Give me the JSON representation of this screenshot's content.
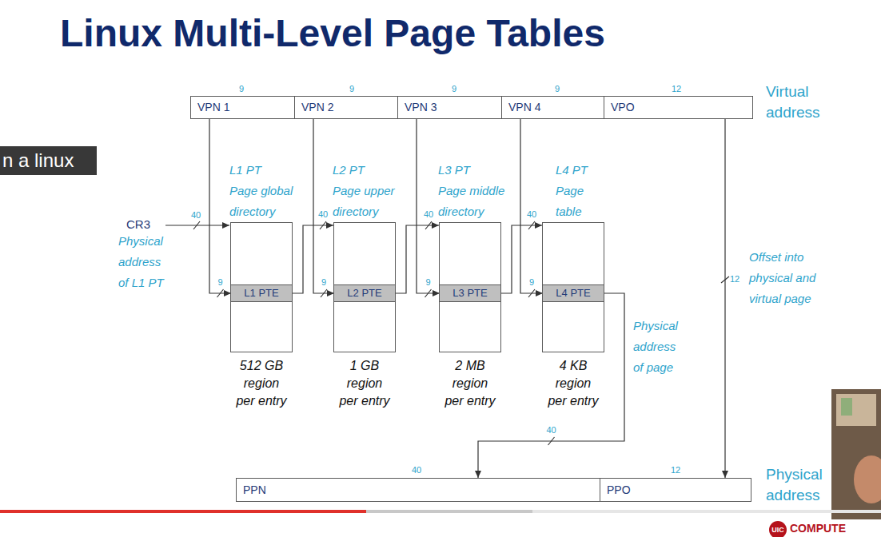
{
  "diagram": {
    "title": "Linux Multi-Level Page Tables",
    "nodes": [
      {
        "text": [
          "VPN 1"
        ]
      },
      {
        "text": [
          "VPN 2"
        ]
      },
      {
        "text": [
          "VPN 3"
        ]
      },
      {
        "text": [
          "VPN 4"
        ]
      },
      {
        "text": [
          "VPO"
        ]
      },
      {
        "text": [
          "L1 PT",
          "Page global directory",
          "512 GB region per entry"
        ]
      },
      {
        "text": [
          "L1 PTE"
        ],
        "in": 5
      },
      {
        "text": [
          "L2 PT",
          "Page upper directory",
          "1 GB region per entry"
        ]
      },
      {
        "text": [
          "L2 PTE"
        ],
        "in": 7
      },
      {
        "text": [
          "L3 PT",
          "Page middle directory",
          "2 MB region per entry"
        ]
      },
      {
        "text": [
          "L3 PTE"
        ],
        "in": 9
      },
      {
        "text": [
          "L4 PT",
          "Page table",
          "4 KB region per entry"
        ]
      },
      {
        "text": [
          "L4 PTE"
        ],
        "in": 11
      },
      {
        "text": [
          "PPN"
        ]
      },
      {
        "text": [
          "PPO"
        ]
      }
    ],
    "edges": [
      {
        "from": 0,
        "to": 6,
        "label": "9",
        "arrow": "to"
      },
      {
        "from": 1,
        "to": 8,
        "label": "9",
        "arrow": "to"
      },
      {
        "from": 2,
        "to": 10,
        "label": "9",
        "arrow": "to"
      },
      {
        "from": 3,
        "to": 12,
        "label": "9",
        "arrow": "to"
      },
      {
        "from": 6,
        "to": 7,
        "label": "40",
        "arrow": "to"
      },
      {
        "from": 8,
        "to": 9,
        "label": "40",
        "arrow": "to"
      },
      {
        "from": 10,
        "to": 11,
        "label": "40",
        "arrow": "to"
      },
      {
        "from": 12,
        "to": 13,
        "label": "40",
        "arrow": "to"
      },
      {
        "from": 4,
        "to": 14,
        "label": "12",
        "arrow": "to"
      }
    ],
    "labels": [
      "9",
      "9",
      "9",
      "9",
      "12",
      "Virtual address",
      "n a linux",
      "CR3",
      "Physical address of L1 PT",
      "40",
      "Offset into physical and virtual page",
      "Physical address of page",
      "40",
      "12",
      "Physical address",
      "UIC",
      "COMPUTE"
    ]
  }
}
